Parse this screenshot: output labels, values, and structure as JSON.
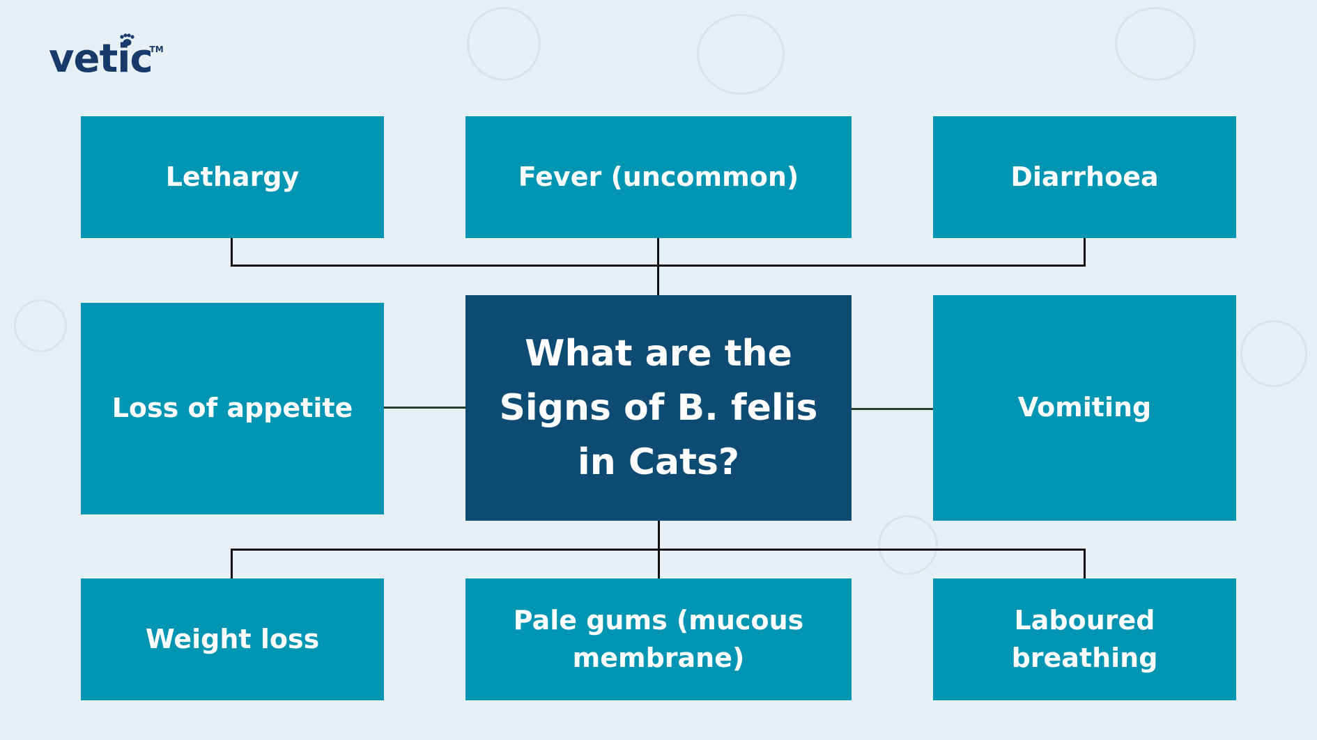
{
  "logo": {
    "text": "vetic",
    "trademark": "TM"
  },
  "center": {
    "title": "What are the Signs of B. felis in Cats?"
  },
  "signs": {
    "top": [
      "Lethargy",
      "Fever (uncommon)",
      "Diarrhoea"
    ],
    "middle": [
      "Loss of appetite",
      "Vomiting"
    ],
    "bottom": [
      "Weight loss",
      "Pale gums (mucous membrane)",
      "Laboured breathing"
    ]
  },
  "colors": {
    "box": "#0096b3",
    "center": "#0e4b73",
    "background": "#e7f0f5",
    "logo": "#173a6b",
    "connector": "#111111"
  }
}
